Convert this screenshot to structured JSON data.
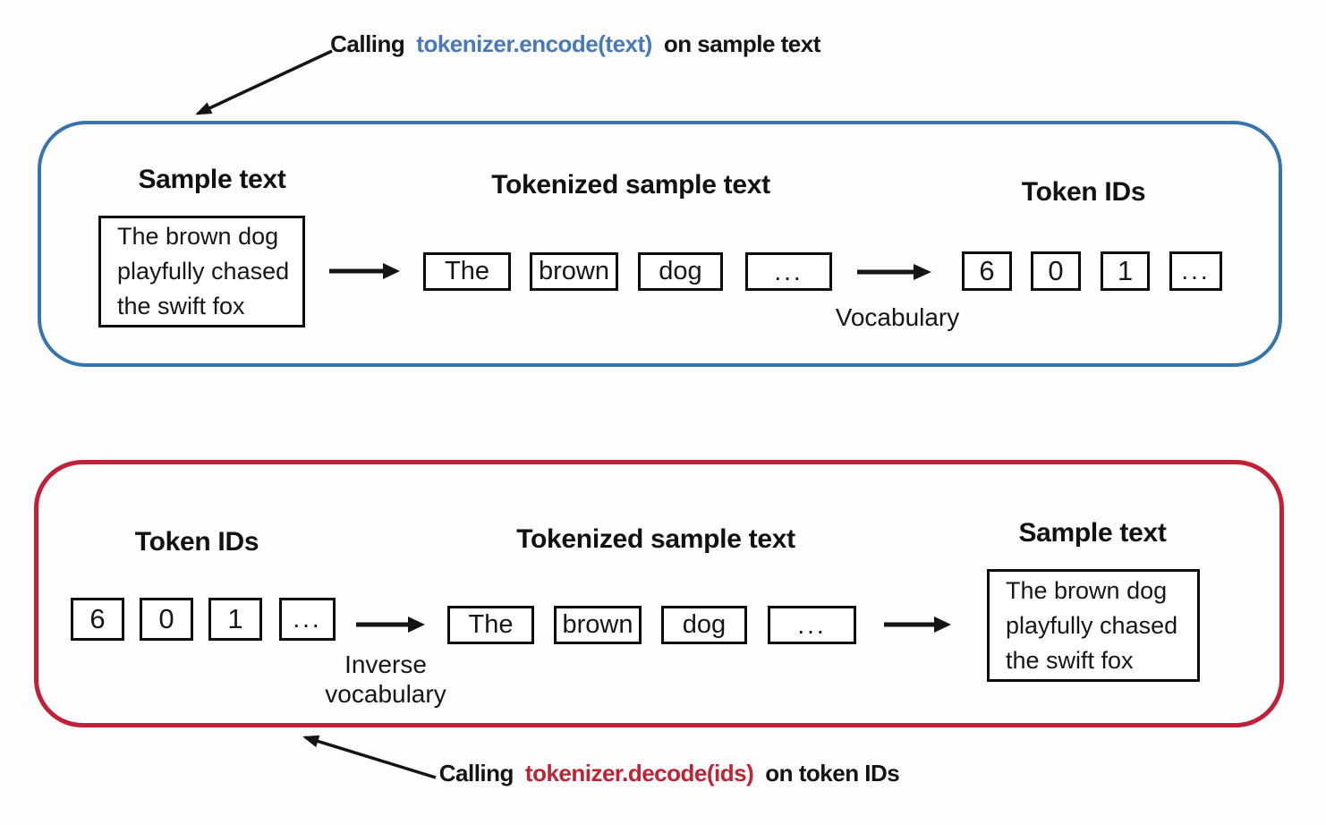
{
  "colors": {
    "encode_border": "#3773ad",
    "encode_code": "#4a79b8",
    "decode_border": "#c02038",
    "decode_code": "#bf2335"
  },
  "annotations": {
    "encode": {
      "prefix": "Calling",
      "code": "tokenizer.encode(text)",
      "suffix": "on sample text"
    },
    "decode": {
      "prefix": "Calling",
      "code": "tokenizer.decode(ids)",
      "suffix": "on token IDs"
    }
  },
  "encode_panel": {
    "sample_heading": "Sample text",
    "sample_text": "The brown dog playfully chased the swift fox",
    "tokenized_heading": "Tokenized sample text",
    "tokens": [
      "The",
      "brown",
      "dog",
      "..."
    ],
    "vocab_label": "Vocabulary",
    "ids_heading": "Token IDs",
    "ids": [
      "6",
      "0",
      "1",
      "..."
    ]
  },
  "decode_panel": {
    "ids_heading": "Token IDs",
    "ids": [
      "6",
      "0",
      "1",
      "..."
    ],
    "inverse_vocab_label": "Inverse vocabulary",
    "tokenized_heading": "Tokenized sample text",
    "tokens": [
      "The",
      "brown",
      "dog",
      "..."
    ],
    "sample_heading": "Sample text",
    "sample_text": "The brown dog playfully chased the swift fox"
  }
}
